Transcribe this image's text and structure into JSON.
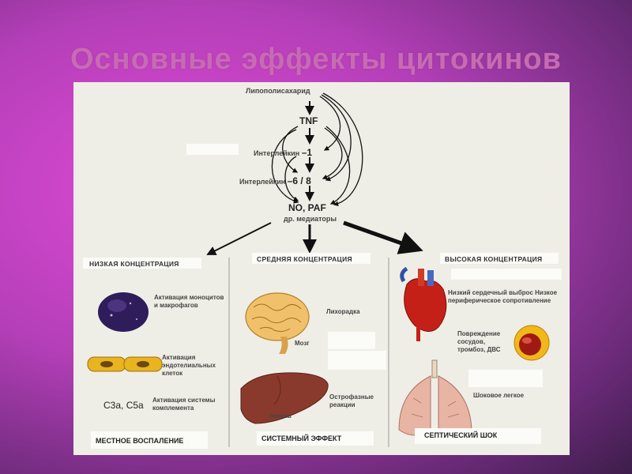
{
  "title": "Основные эффекты цитокинов",
  "flow": {
    "lps": "Липополисахарид",
    "tnf": "TNF",
    "il1_prefix": "Интерлейкин",
    "il1_num": "–1",
    "il68_prefix": "Интерлейкин",
    "il68_num": "–6 / 8",
    "no_paf": "NO, PAF",
    "other_mediators": "др. медиаторы"
  },
  "columns": {
    "low": {
      "header": "НИЗКАЯ КОНЦЕНТРАЦИЯ",
      "item1": "Активация моноцитов и макрофагов",
      "item2": "Активация эндотелиальных клеток",
      "complement_c3a": "C3a,",
      "complement_c5a": "C5a",
      "item3": "Активация системы комплемента",
      "footer": "МЕСТНОЕ ВОСПАЛЕНИЕ"
    },
    "medium": {
      "header": "СРЕДНЯЯ КОНЦЕНТРАЦИЯ",
      "fever": "Лихорадка",
      "brain": "Мозг",
      "acute_phase": "Острофазные реакции",
      "liver": "печень",
      "footer": "СИСТЕМНЫЙ ЭФФЕКТ"
    },
    "high": {
      "header": "ВЫСОКАЯ КОНЦЕНТРАЦИЯ",
      "cardiac": "Низкий сердечный выброс Низкое периферическое сопротивление",
      "vessel": "Повреждение сосудов, тромбоз, ДВС",
      "lung": "Шоковое легкое",
      "footer": "СЕПТИЧЕСКИЙ ШОК"
    }
  }
}
